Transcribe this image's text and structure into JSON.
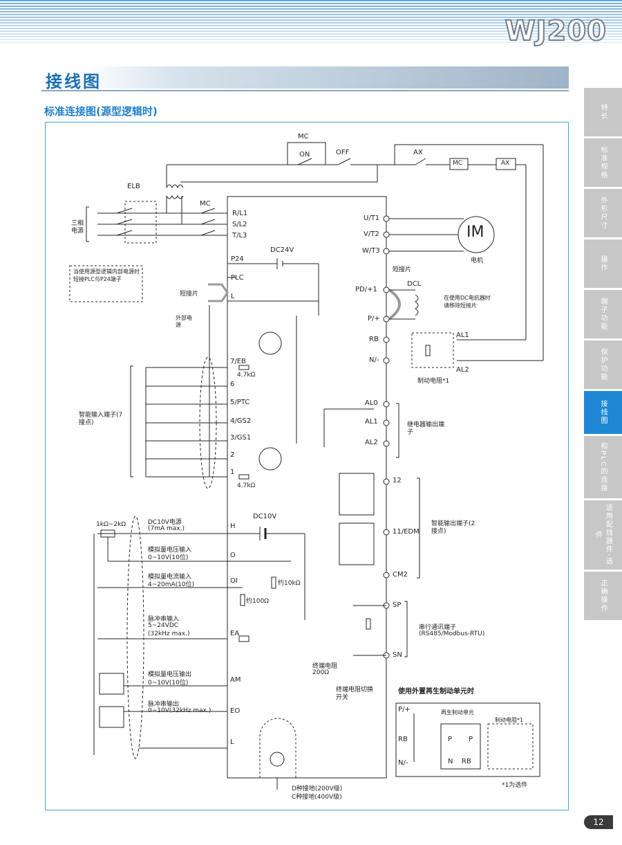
{
  "header": {
    "logo": "WJ200"
  },
  "page": {
    "title": "接线图",
    "subtitle": "标准连接图(源型逻辑时)",
    "number": "12"
  },
  "sidebar": {
    "tabs": [
      {
        "label": "特长",
        "active": false
      },
      {
        "label": "标准规格",
        "active": false
      },
      {
        "label": "外形尺寸",
        "active": false
      },
      {
        "label": "操作",
        "active": false
      },
      {
        "label": "端子功能",
        "active": false
      },
      {
        "label": "保护功能",
        "active": false
      },
      {
        "label": "接线图",
        "active": true
      },
      {
        "label": "和PLC的连接",
        "active": false
      },
      {
        "label": "适用配线器件·选件",
        "active": false
      },
      {
        "label": "正确操作",
        "active": false
      }
    ]
  },
  "colors": {
    "accent": "#1e88d4",
    "panel_border": "#4aa3d4",
    "title": "#1a6fb0"
  },
  "diagram": {
    "top": {
      "mc": "MC",
      "on": "ON",
      "off": "OFF",
      "ax": "AX",
      "mc_box": "MC",
      "ax_box": "AX",
      "elb": "ELB",
      "mc2": "MC"
    },
    "power": {
      "supply_label": "三相电源",
      "rl1": "R/L1",
      "sl2": "S/L2",
      "tl3": "T/L3"
    },
    "motor": {
      "ut1": "U/T1",
      "vt2": "V/T2",
      "wt3": "W/T3",
      "im": "IM",
      "motor_label": "电机"
    },
    "dc": {
      "p24": "P24",
      "dc24v": "DC24V",
      "plc": "PLC",
      "l": "L",
      "jumper": "短接片",
      "note_source": "当使用源型逻辑内部电源时短接PLC与P24端子",
      "external_power": "外部电源",
      "note_dcl": "在使用DC电抗器时请移除短接片",
      "dcl": "DCL",
      "pd1": "PD/+1",
      "pp": "P/+",
      "rb": "RB",
      "nm": "N/-",
      "al1": "AL1",
      "al2": "AL2",
      "brake_resistor": "制动电阻*1"
    },
    "inputs": {
      "t7": "7/EB",
      "r1": "4.7kΩ",
      "t6": "6",
      "t5": "5/PTC",
      "t4": "4/GS2",
      "t3": "3/GS1",
      "t2": "2",
      "t1": "1",
      "r2": "4.7kΩ",
      "label": "智能输入端子(7接点)"
    },
    "relay": {
      "al0": "AL0",
      "al1": "AL1",
      "al2": "AL2",
      "label": "继电器输出端子"
    },
    "outputs": {
      "t12": "12",
      "t11": "11/EDM",
      "cm2": "CM2",
      "label": "智能输出端子(2接点)"
    },
    "analog": {
      "pot": "1kΩ~2kΩ",
      "dc10v_power": "DC10V电源",
      "dc10v_ma": "(7mA max.)",
      "h": "H",
      "dc10v": "DC10V",
      "v_in": "模拟量电压输入",
      "v_range": "0~10V(10位)",
      "o": "O",
      "i_in": "模拟量电流输入",
      "i_range": "4~20mA(10位)",
      "oi": "OI",
      "r10k": "约10kΩ",
      "r100": "约100Ω",
      "pulse_in": "脉冲串输入",
      "pulse_v": "5~24VDC",
      "pulse_f": "(32kHz max.)",
      "ea": "EA",
      "ao": "模拟量电压输出",
      "ao_range": "0~10V(10位)",
      "am": "AM",
      "po": "脉冲串输出",
      "po_range": "0~10V(32kHz max.)",
      "eo": "EO",
      "l": "L"
    },
    "comm": {
      "sp": "SP",
      "sn": "SN",
      "label": "串行通讯端子",
      "proto": "(RS485/Modbus-RTU)",
      "term": "终端电阻",
      "term_val": "200Ω",
      "sw": "终端电阻切换开关"
    },
    "braking": {
      "title": "使用外置再生制动单元时",
      "pp": "P/+",
      "rb": "RB",
      "nm": "N/-",
      "unit": "再生制动单元",
      "p": "P",
      "p2": "P",
      "n": "N",
      "rb2": "RB",
      "res": "制动电阻*1"
    },
    "ground": {
      "d": "D种接地(200V级)",
      "c": "C种接地(400V级)"
    },
    "footnote": "*1为选件"
  }
}
